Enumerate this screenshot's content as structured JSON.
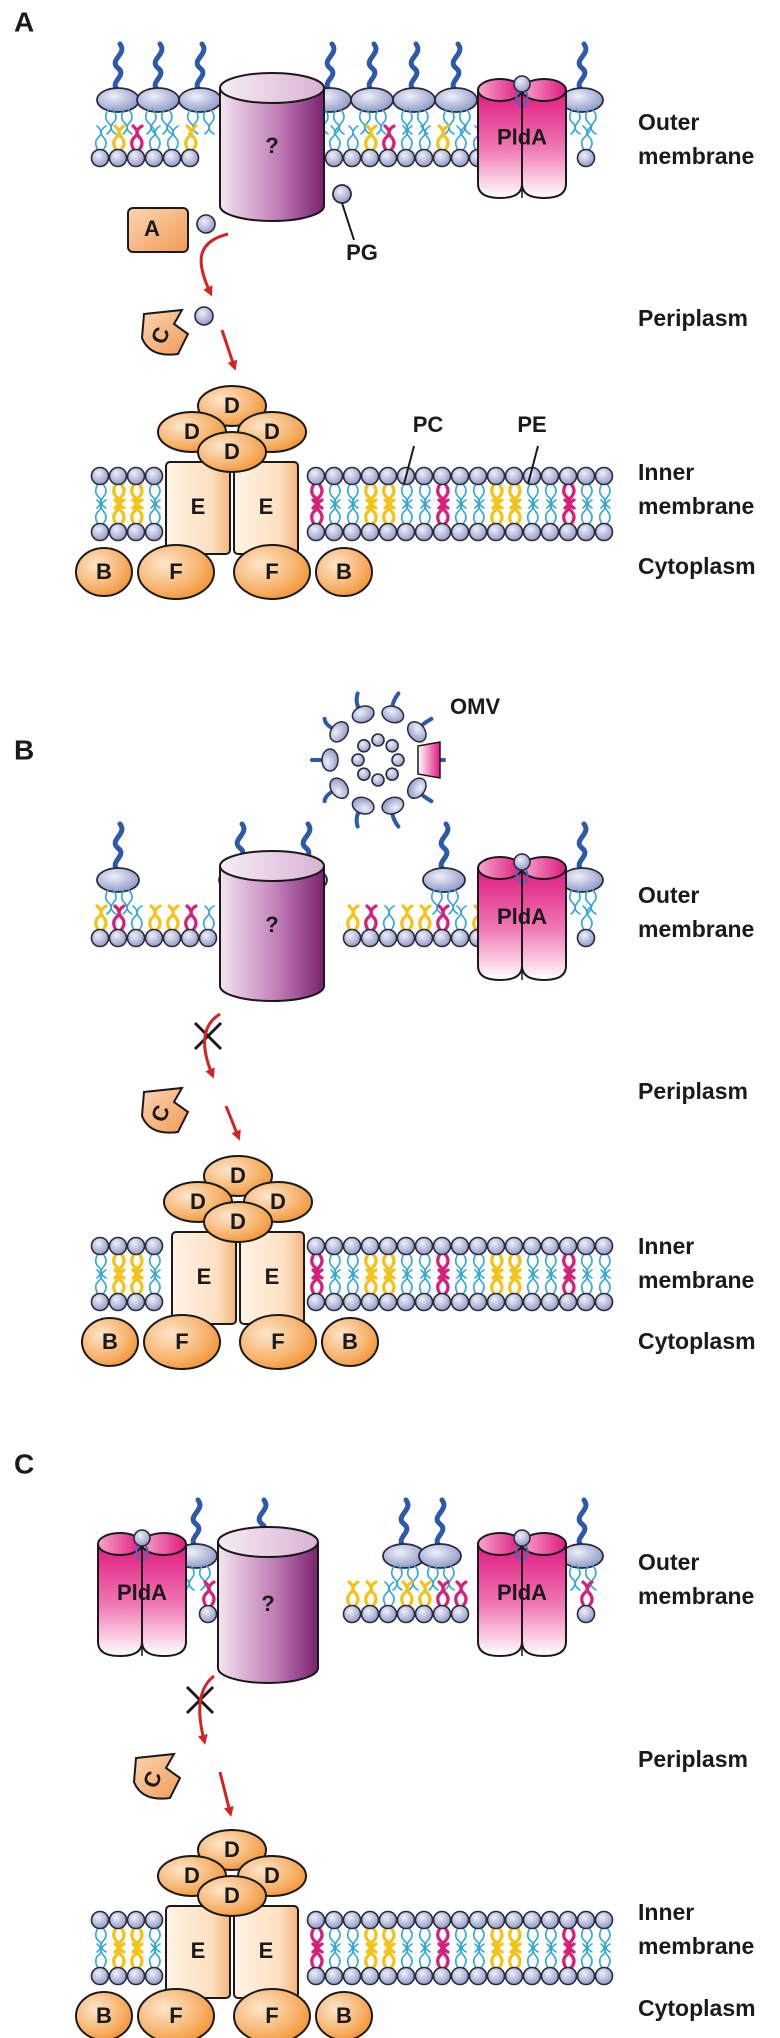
{
  "colors": {
    "headgroup": "#aab1d8",
    "headgroup_stroke": "#2a2a3a",
    "tail": "#2fa7d8",
    "lps_chain": "#2c5aa8",
    "pc_tail": "#d61f7a",
    "pe_tail": "#f2c318",
    "orange_protein": "#f39a3a",
    "pink_pldA": "#e0197f",
    "purple_channel": "#8e2f84",
    "arrow_red": "#d42323"
  },
  "panels": [
    {
      "letter": "A",
      "membrane_labels": [
        "Outer",
        "membrane",
        "Periplasm",
        "Inner",
        "membrane",
        "Cytoplasm"
      ],
      "proteins": {
        "A": "A",
        "C": "C",
        "D": "D",
        "E": "E",
        "F": "F",
        "B": "B",
        "channel": "?",
        "pldA": "PldA"
      },
      "annotations": {
        "pg": "PG",
        "pc": "PC",
        "pe": "PE"
      }
    },
    {
      "letter": "B",
      "membrane_labels": [
        "Outer",
        "membrane",
        "Periplasm",
        "Inner",
        "membrane",
        "Cytoplasm"
      ],
      "proteins": {
        "C": "C",
        "D": "D",
        "E": "E",
        "F": "F",
        "B": "B",
        "channel": "?",
        "pldA": "PldA"
      },
      "annotations": {
        "omv": "OMV"
      }
    },
    {
      "letter": "C",
      "membrane_labels": [
        "Outer",
        "membrane",
        "Periplasm",
        "Inner",
        "membrane",
        "Cytoplasm"
      ],
      "proteins": {
        "C": "C",
        "D": "D",
        "E": "E",
        "F": "F",
        "B": "B",
        "channel": "?",
        "pldA": "PldA"
      },
      "annotations": {}
    }
  ]
}
